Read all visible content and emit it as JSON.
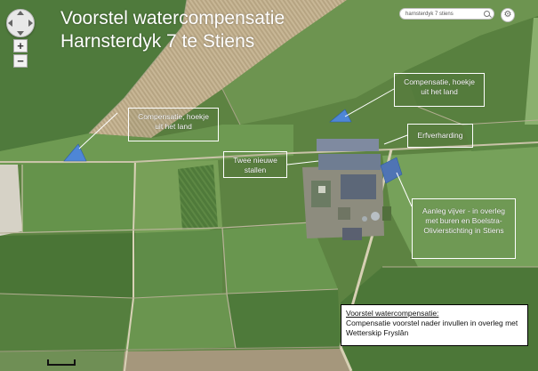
{
  "title": {
    "line1": "Voorstel watercompensatie",
    "line2": "Harnsterdyk 7 te Stiens"
  },
  "controls": {
    "zoom_in": "+",
    "zoom_out": "−",
    "gear_icon": "gear-icon",
    "search_icon": "search-icon"
  },
  "search": {
    "value": "harnsterdyk 7 stiens"
  },
  "annotations": {
    "compensatie_left": "Compensatie, hoekje uit het land",
    "compensatie_right": "Compensatie, hoekje uit het land",
    "stallen": "Twee nieuwe stallen",
    "erfverharding": "Erfverharding",
    "vijver": "Aanleg vijver - in overleg met buren en Boelstra-Olivierstichting in Stiens"
  },
  "note": {
    "title": "Voorstel watercompensatie:",
    "body": "Compensatie voorstel nader invullen in overleg met Wetterskip Fryslân"
  },
  "colors": {
    "field_green": "#5f7d44",
    "water_blue": "#4e86d6",
    "barn_blue": "#4f74b4",
    "label_border": "#ffffff"
  }
}
